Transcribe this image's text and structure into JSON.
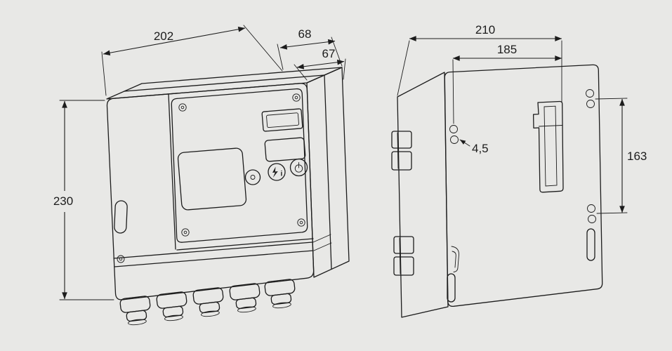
{
  "colors": {
    "background": "#e8e8e6",
    "line": "#1c1c1c"
  },
  "left_view": {
    "width": "202",
    "depth_top": "68",
    "depth_front": "67",
    "height": "230",
    "info_button_glyph": "i"
  },
  "right_view": {
    "width_overall": "210",
    "mount_width": "185",
    "hole_diameter": "4,5",
    "mount_height": "163"
  }
}
